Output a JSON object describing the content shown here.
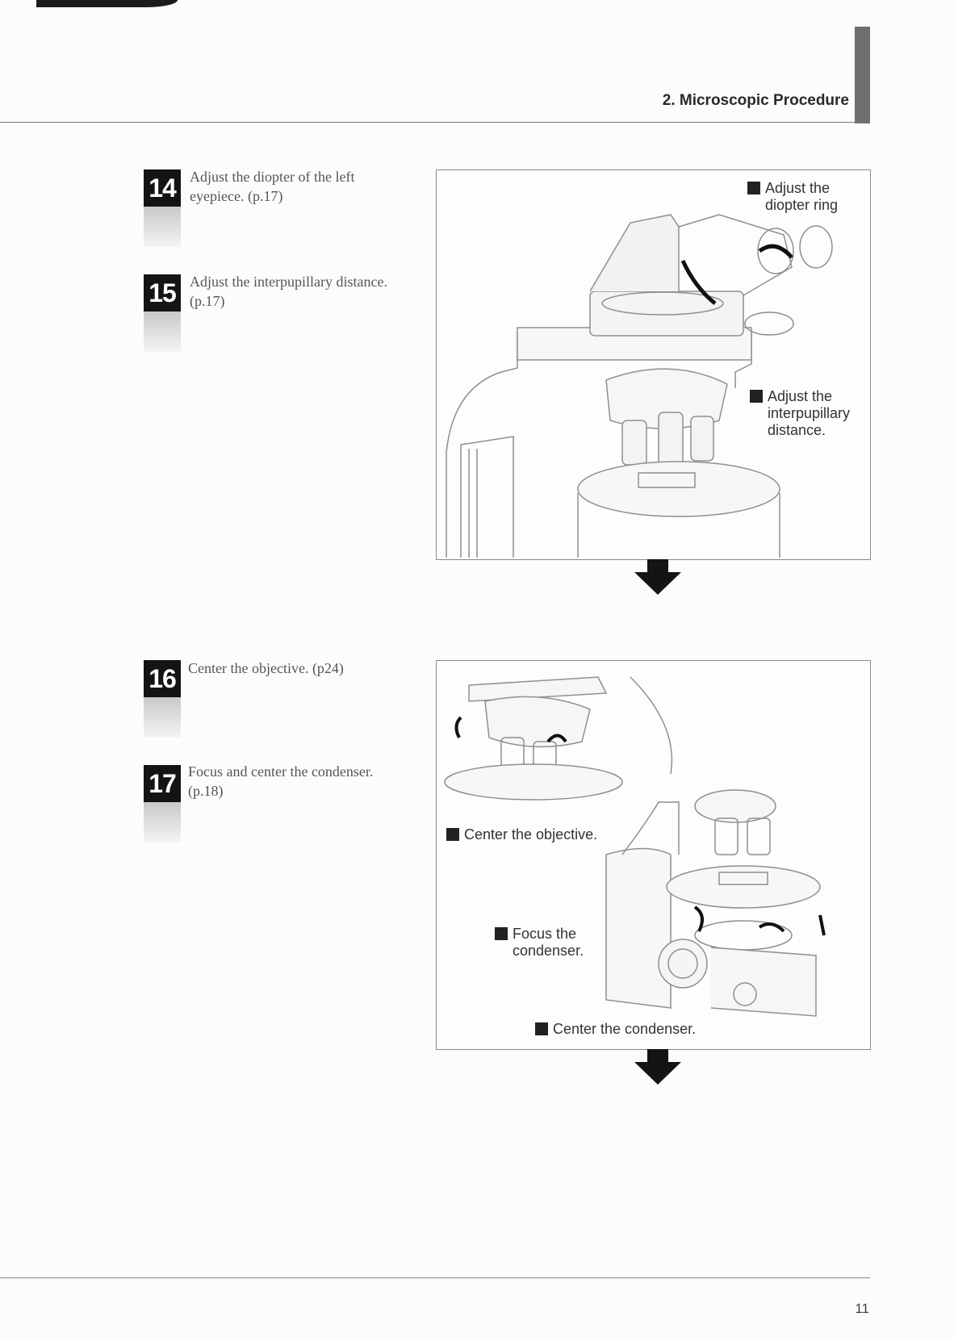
{
  "header": {
    "section_title": "2. Microscopic Procedure"
  },
  "steps": [
    {
      "number": "14",
      "text_line1": "Adjust the diopter of the left",
      "text_line2": "eyepiece. (p.17)"
    },
    {
      "number": "15",
      "text_line1": "Adjust the interpupillary distance.",
      "text_line2": "(p.17)"
    },
    {
      "number": "16",
      "text_line1": "Center the objective. (p24)",
      "text_line2": ""
    },
    {
      "number": "17",
      "text_line1": "Focus and center the condenser.",
      "text_line2": "(p.18)"
    }
  ],
  "figure1": {
    "callout_diopter_line1": "Adjust the",
    "callout_diopter_line2": "diopter ring",
    "callout_ipd_line1": "Adjust the",
    "callout_ipd_line2": "interpupillary",
    "callout_ipd_line3": "distance."
  },
  "figure2": {
    "callout_objective": "Center the objective.",
    "callout_focus_line1": "Focus the",
    "callout_focus_line2": "condenser.",
    "callout_center_condenser": "Center the condenser."
  },
  "footer": {
    "page_number": "11"
  },
  "colors": {
    "badge": "#141414",
    "rule": "#777777",
    "header_tab": "#6f6f6f"
  }
}
